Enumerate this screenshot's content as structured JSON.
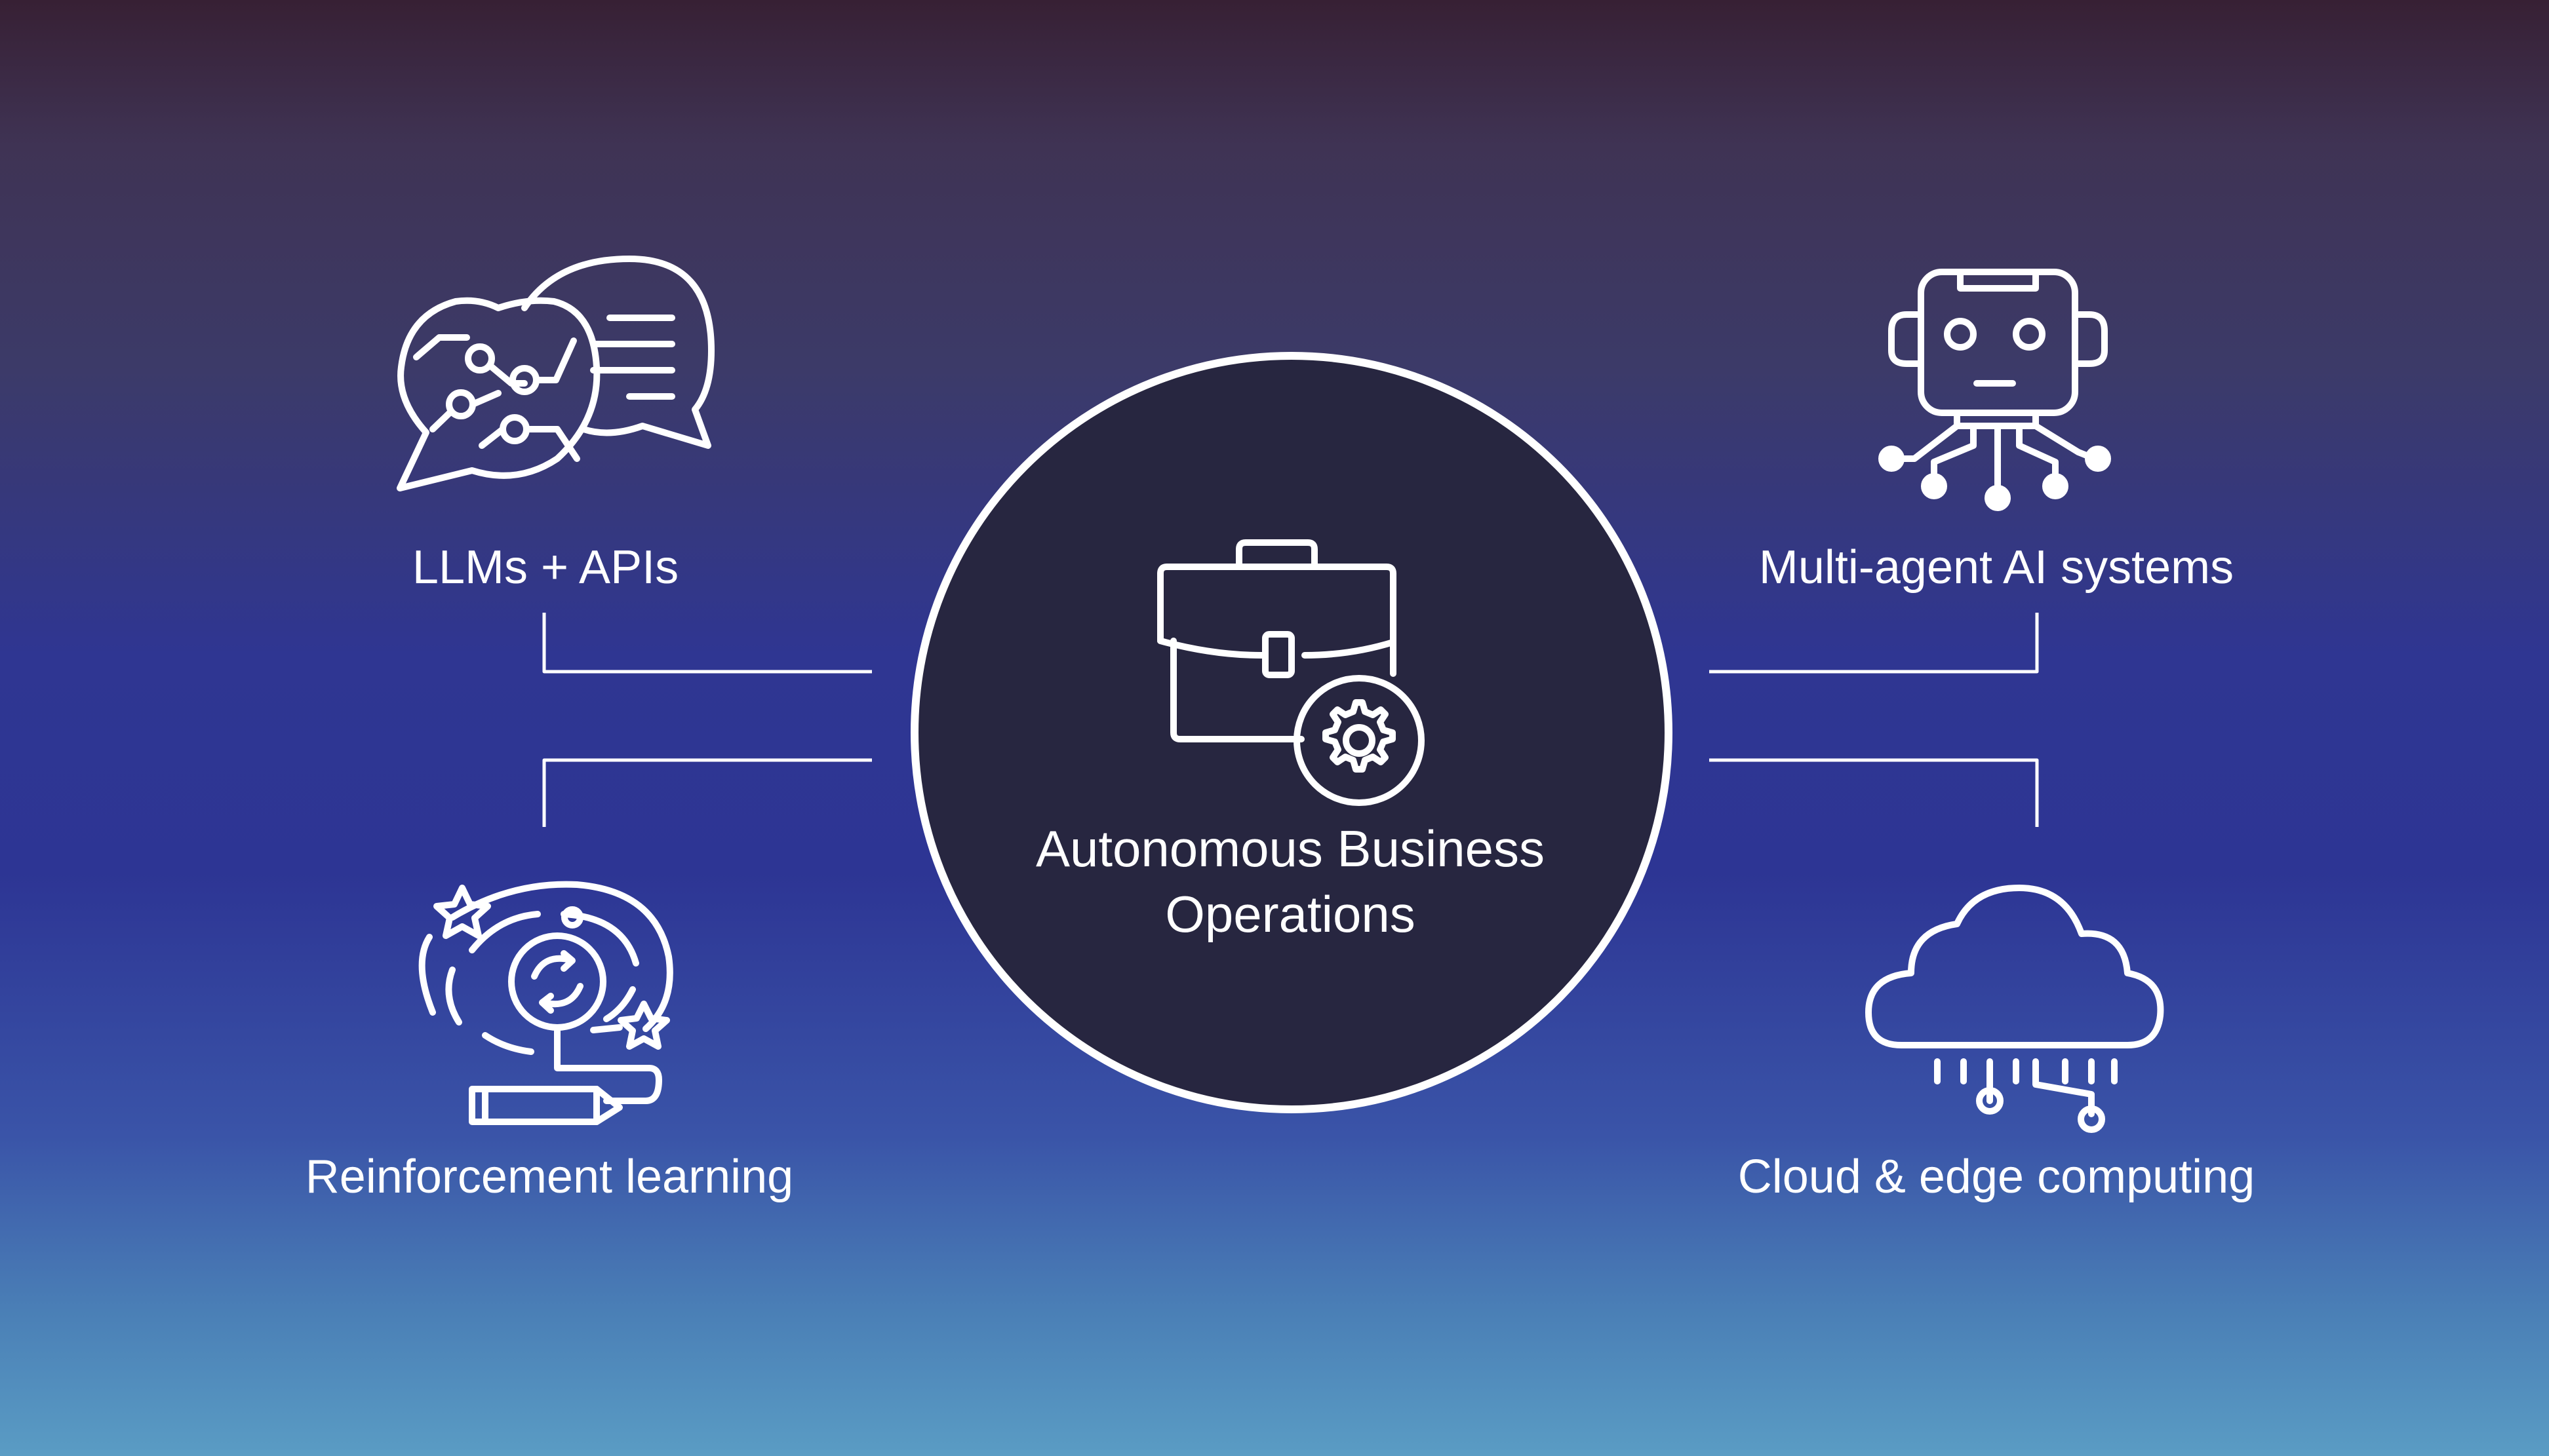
{
  "center": {
    "line1": "Autonomous Business",
    "line2": "Operations",
    "icon": "briefcase-gear-icon"
  },
  "nodes": [
    {
      "id": "llms",
      "label": "LLMs + APIs",
      "icon": "chat-bubbles-circuit-icon"
    },
    {
      "id": "multi-agent",
      "label": "Multi-agent AI systems",
      "icon": "robot-icon"
    },
    {
      "id": "reinforcement",
      "label": "Reinforcement learning",
      "icon": "brain-loop-pencil-icon"
    },
    {
      "id": "cloud",
      "label": "Cloud & edge computing",
      "icon": "cloud-circuit-icon"
    }
  ],
  "colors": {
    "stroke": "#ffffff",
    "center_fill": "#272640"
  }
}
